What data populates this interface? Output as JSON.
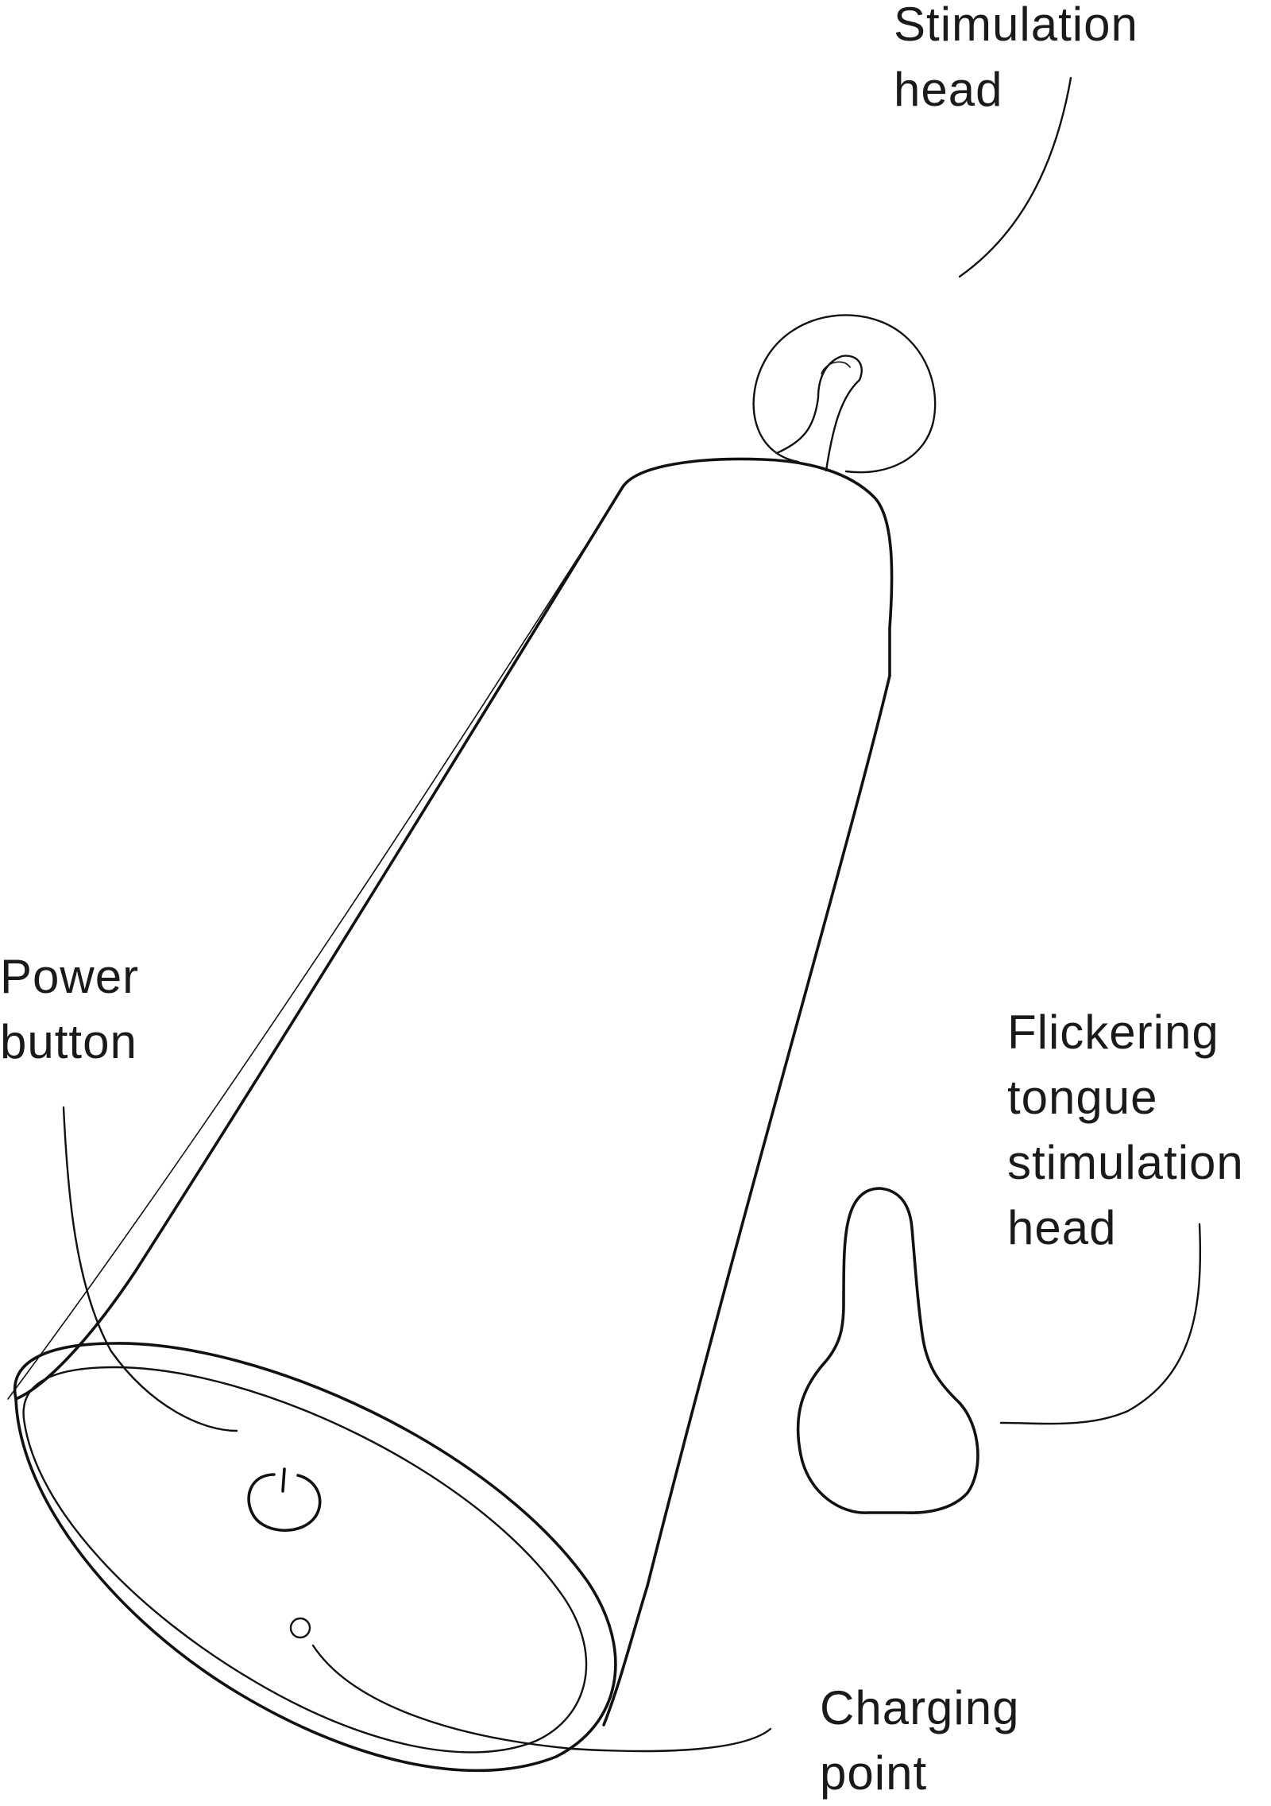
{
  "labels": {
    "stimulation_head": [
      "Stimulation",
      "head"
    ],
    "power_button": [
      "Power",
      "button"
    ],
    "flickering_tongue": [
      "Flickering",
      "tongue",
      "stimulation",
      "head"
    ],
    "charging_point": [
      "Charging",
      "point"
    ]
  },
  "colors": {
    "line": "#111111",
    "background": "#ffffff"
  },
  "icons": {
    "power": "power-icon"
  }
}
